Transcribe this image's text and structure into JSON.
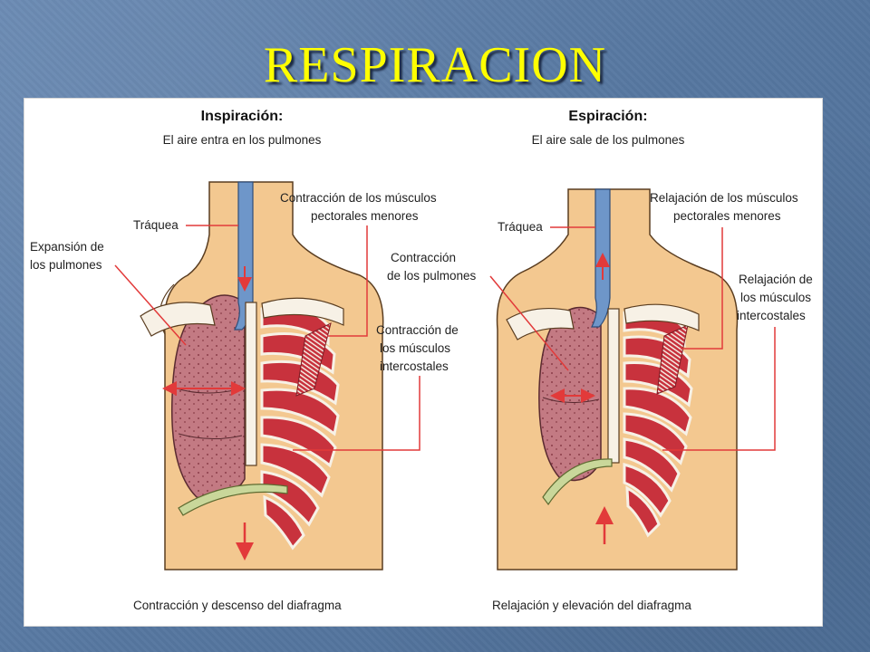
{
  "slide": {
    "title": "RESPIRACION"
  },
  "colors": {
    "skin": "#f3c890",
    "lung": "#c37a83",
    "rib_red": "#c8323d",
    "rib_white": "#f7f1e6",
    "trachea": "#6e96c9",
    "diaphragm": "#c9d79a",
    "leader": "#e23a3a",
    "arrow": "#e23a3a"
  },
  "inspiration": {
    "title": "Inspiración:",
    "subtitle": "El aire entra en los pulmones",
    "trachea": "Tráquea",
    "expansion": [
      "Expansión de",
      "los pulmones"
    ],
    "pectoral": [
      "Contracción de los músculos",
      "pectorales menores"
    ],
    "lungs": [
      "Contracción",
      "de los pulmones"
    ],
    "intercostal": [
      "Contracción de",
      "los músculos",
      "intercostales"
    ],
    "caption": "Contracción y descenso del diafragma"
  },
  "expiration": {
    "title": "Espiración:",
    "subtitle": "El aire sale de los pulmones",
    "trachea": "Tráquea",
    "pectoral": [
      "Relajación de los músculos",
      "pectorales menores"
    ],
    "intercostal": [
      "Relajación de",
      "los músculos",
      "intercostales"
    ],
    "caption": "Relajación y elevación del diafragma"
  }
}
